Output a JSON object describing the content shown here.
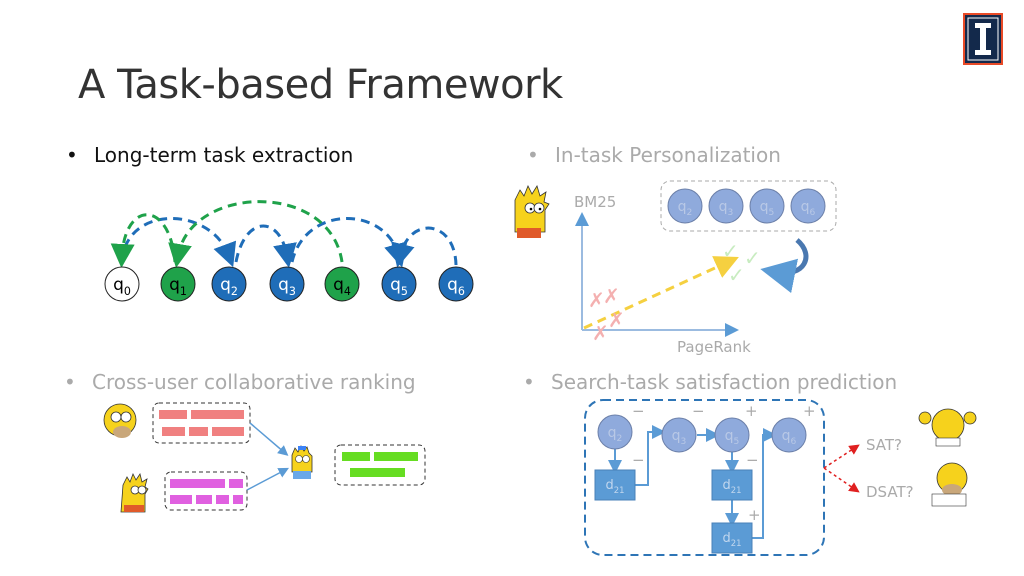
{
  "slide": {
    "title": "A Task-based Framework",
    "bullets": [
      {
        "label": "Long-term task extraction",
        "active": true
      },
      {
        "label": "In-task Personalization",
        "active": false
      },
      {
        "label": "Cross-user collaborative ranking",
        "active": false
      },
      {
        "label": "Search-task satisfaction prediction",
        "active": false
      }
    ],
    "bullet_char": "•"
  },
  "task_extraction": {
    "nodes": [
      {
        "label": "q",
        "sub": "0",
        "color": "#ffffff"
      },
      {
        "label": "q",
        "sub": "1",
        "color": "#1fa24a"
      },
      {
        "label": "q",
        "sub": "2",
        "color": "#1f6db8"
      },
      {
        "label": "q",
        "sub": "3",
        "color": "#1f6db8"
      },
      {
        "label": "q",
        "sub": "4",
        "color": "#1fa24a"
      },
      {
        "label": "q",
        "sub": "5",
        "color": "#1f6db8"
      },
      {
        "label": "q",
        "sub": "6",
        "color": "#1f6db8"
      }
    ]
  },
  "personalization": {
    "y_axis": "BM25",
    "x_axis": "PageRank",
    "queries": [
      {
        "label": "q",
        "sub": "2"
      },
      {
        "label": "q",
        "sub": "3"
      },
      {
        "label": "q",
        "sub": "5"
      },
      {
        "label": "q",
        "sub": "6"
      }
    ]
  },
  "satisfaction": {
    "queries": [
      {
        "label": "q",
        "sub": "2"
      },
      {
        "label": "q",
        "sub": "3"
      },
      {
        "label": "q",
        "sub": "5"
      },
      {
        "label": "q",
        "sub": "6"
      }
    ],
    "docs": [
      {
        "label": "d",
        "sub": "21"
      },
      {
        "label": "d",
        "sub": "21"
      },
      {
        "label": "d",
        "sub": "21"
      }
    ],
    "signs": {
      "minus": "−",
      "plus": "+"
    },
    "outcomes": [
      "SAT?",
      "DSAT?"
    ]
  },
  "colors": {
    "accent_blue": "#1f6db8",
    "green": "#1fa24a",
    "logo_navy": "#13294b",
    "logo_orange": "#e84a27"
  }
}
